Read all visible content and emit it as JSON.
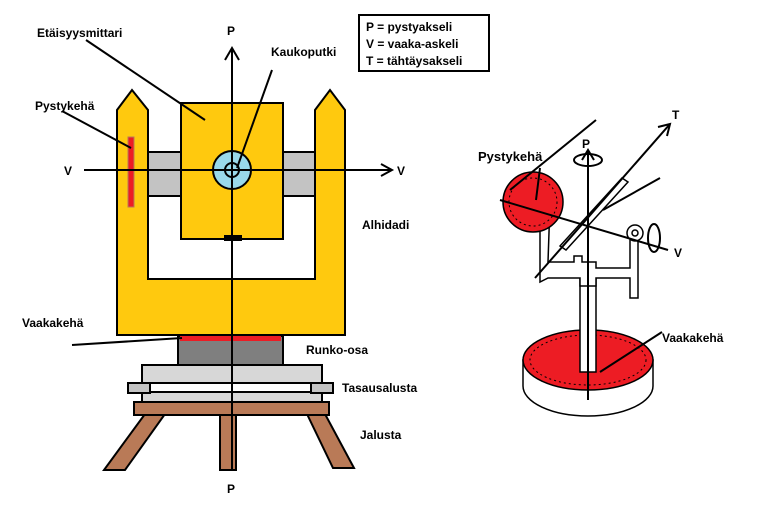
{
  "legend": {
    "p": "P = pystyakseli",
    "v": "V = vaaka-askeli",
    "t": "T = tähtäysakseli"
  },
  "labels": {
    "etaisyysmittari": "Etäisyysmittari",
    "p_top": "P",
    "kaukoputki": "Kaukoputki",
    "pystykeha_left": "Pystykehä",
    "v_left": "V",
    "v_right": "V",
    "alhidadi": "Alhidadi",
    "vaakakeha_left": "Vaakakehä",
    "runko_osa": "Runko-osa",
    "tasausalusta": "Tasausalusta",
    "jalusta": "Jalusta",
    "p_bottom": "P",
    "t_right": "T",
    "p_right": "P",
    "pystykeha_right": "Pystykehä",
    "v_small": "V",
    "vaakakeha_right": "Vaakakehä"
  },
  "colors": {
    "yellow": "#ffc90e",
    "gray": "#c3c3c3",
    "darkgray": "#7f7f7f",
    "red": "#ed1c24",
    "brown": "#b97a57",
    "lightblue": "#99d9ea"
  }
}
